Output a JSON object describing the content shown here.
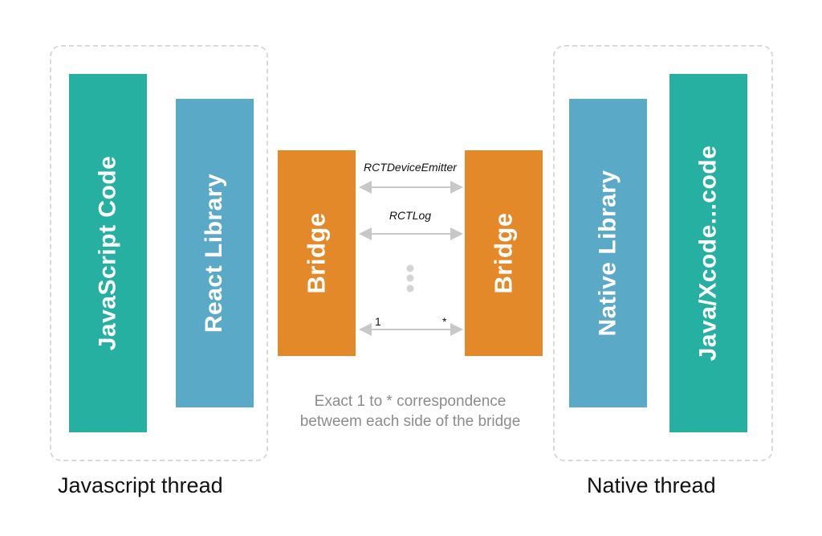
{
  "colors": {
    "teal": "#26b0a1",
    "blue": "#5aa9c6",
    "orange": "#e3892a",
    "arrow": "#c8c8c8",
    "dashed_border": "#d9d9d9"
  },
  "javascript_side": {
    "code_label": "JavaScript Code",
    "library_label": "React Library",
    "bridge_label": "Bridge",
    "thread_title": "Javascript thread"
  },
  "native_side": {
    "bridge_label": "Bridge",
    "library_label": "Native Library",
    "code_label": "Java/Xcode...code",
    "thread_title": "Native thread"
  },
  "connections": [
    {
      "label": "RCTDeviceEmitter"
    },
    {
      "label": "RCTLog"
    },
    {
      "left_label": "1",
      "right_label": "*"
    }
  ],
  "caption": {
    "line1": "Exact 1 to * correspondence",
    "line2": "betweem each side of the bridge"
  }
}
